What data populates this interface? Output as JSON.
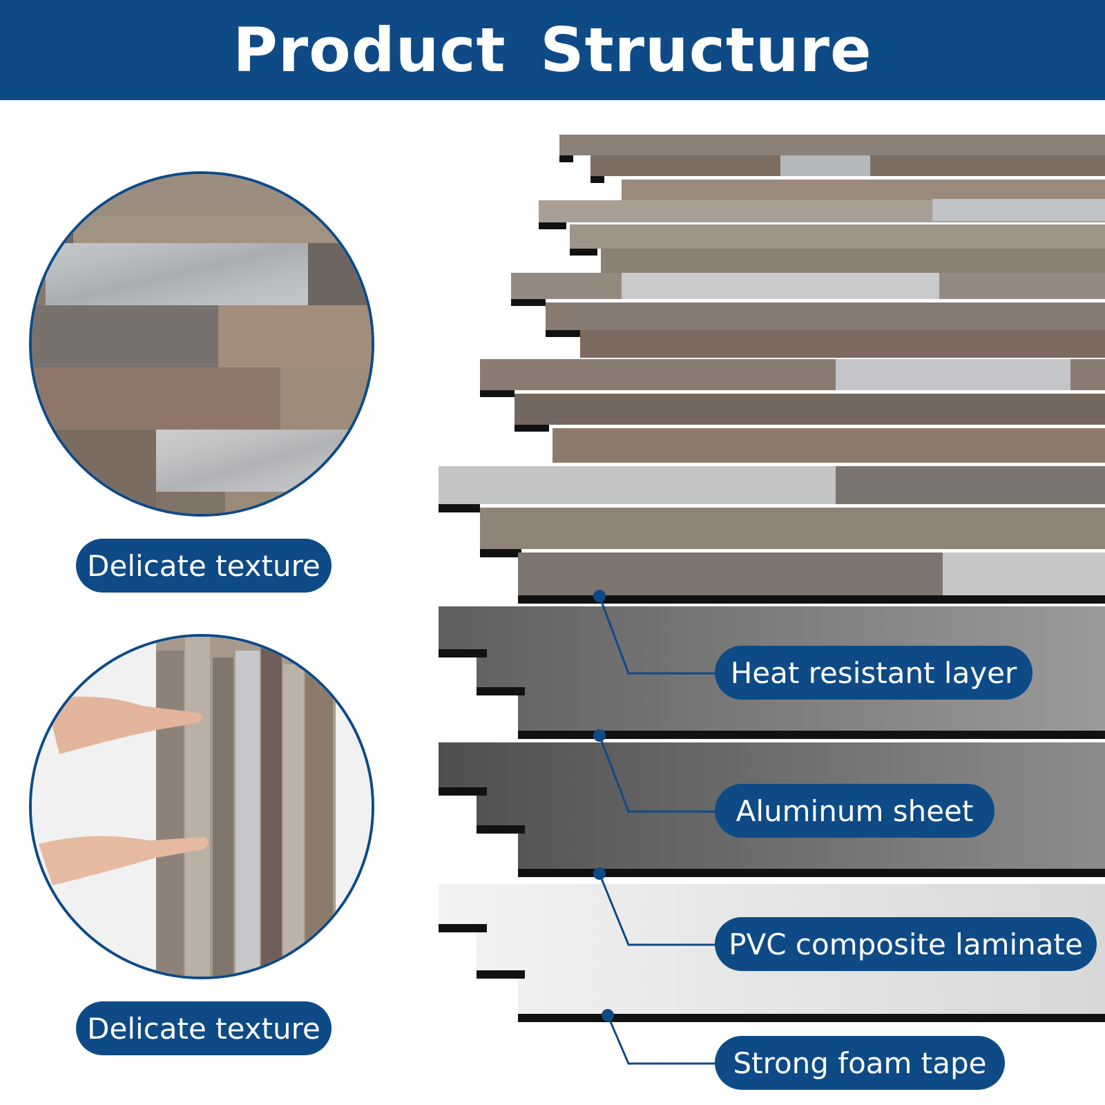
{
  "header": {
    "title": "Product Structure"
  },
  "labels": {
    "texture_top": "Delicate texture",
    "texture_bottom": "Delicate texture"
  },
  "layers": [
    {
      "label": "Heat resistant layer"
    },
    {
      "label": "Aluminum sheet"
    },
    {
      "label": "PVC composite laminate"
    },
    {
      "label": "Strong foam tape"
    }
  ],
  "colors": {
    "brand_blue": "#0e4a86",
    "layer_gray_dark": "#6f6f6f",
    "layer_gray_mid": "#8a8a8a",
    "layer_light": "#e6e6e6",
    "edge_black": "#111111"
  }
}
